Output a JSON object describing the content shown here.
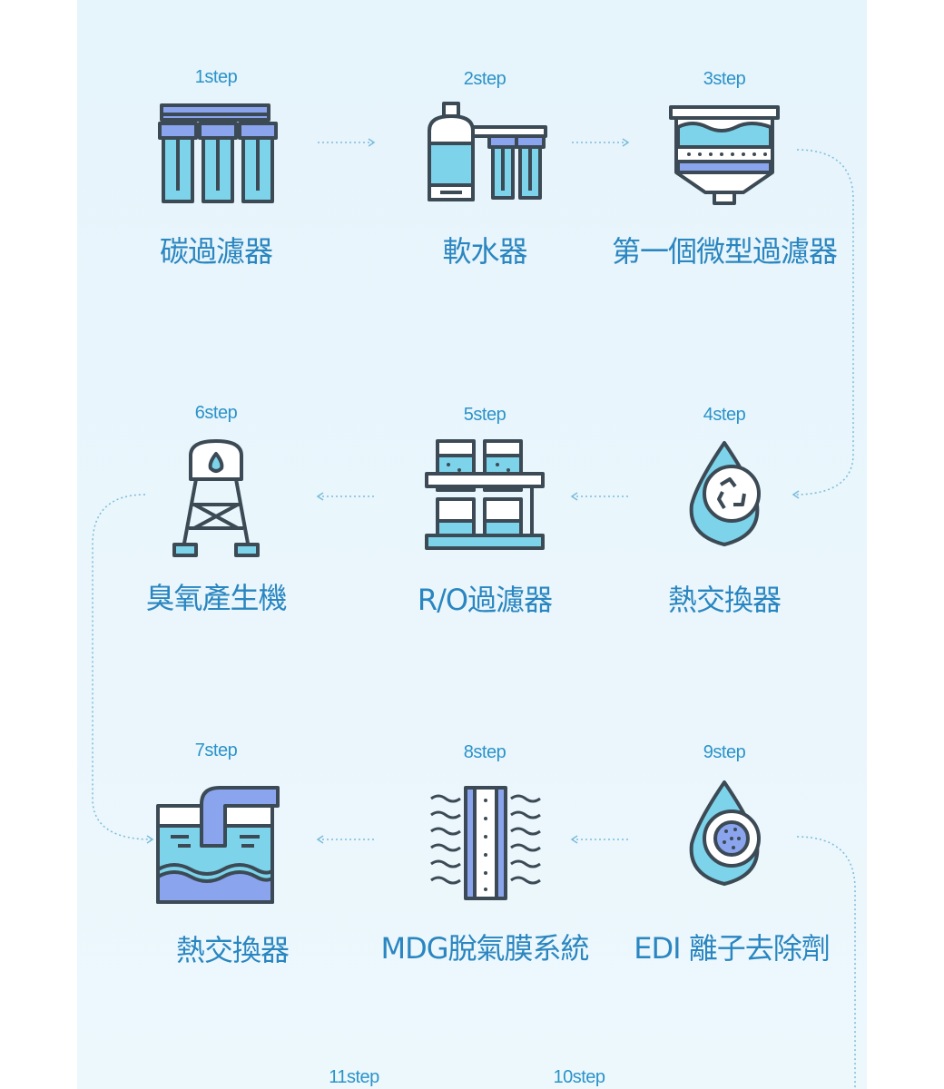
{
  "colors": {
    "line": "#3c4a55",
    "fill_light": "#7cd3ea",
    "fill_purple": "#8aa4ee",
    "label": "#2b93c9",
    "name": "#2a86c0",
    "connector": "#7bbcdc"
  },
  "steps": [
    {
      "label": "1step",
      "name": "碳過濾器",
      "icon": "carbon-filter-icon"
    },
    {
      "label": "2step",
      "name": "軟水器",
      "icon": "water-softener-icon"
    },
    {
      "label": "3step",
      "name": "第一個微型過濾器",
      "icon": "micro-filter-icon"
    },
    {
      "label": "4step",
      "name": "熱交換器",
      "icon": "heat-exchanger-drop-icon"
    },
    {
      "label": "5step",
      "name": "R/O過濾器",
      "icon": "ro-filter-icon"
    },
    {
      "label": "6step",
      "name": "臭氧產生機",
      "icon": "ozone-tower-icon"
    },
    {
      "label": "7step",
      "name": "熱交換器",
      "icon": "heat-exchanger-tank-icon"
    },
    {
      "label": "8step",
      "name": "MDG脫氣膜系統",
      "icon": "membrane-icon"
    },
    {
      "label": "9step",
      "name": "EDI 離子去除劑",
      "icon": "edi-drop-icon"
    },
    {
      "label": "10step",
      "name": "",
      "icon": ""
    },
    {
      "label": "11step",
      "name": "",
      "icon": ""
    }
  ]
}
